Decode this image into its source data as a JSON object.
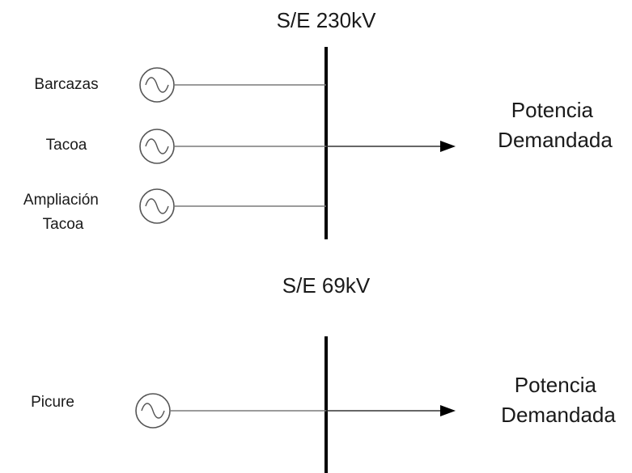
{
  "buses": [
    {
      "title": "S/E 230kV",
      "generators": [
        {
          "label_lines": [
            "Barcazas"
          ],
          "symbol": "ac-generator-icon"
        },
        {
          "label_lines": [
            "Tacoa"
          ],
          "symbol": "ac-generator-icon"
        },
        {
          "label_lines": [
            "Ampliación",
            "Tacoa"
          ],
          "symbol": "ac-generator-icon"
        }
      ],
      "load_label_lines": [
        "Potencia",
        "Demandada"
      ]
    },
    {
      "title": "S/E 69kV",
      "generators": [
        {
          "label_lines": [
            "Picure"
          ],
          "symbol": "ac-generator-icon"
        }
      ],
      "load_label_lines": [
        "Potencia",
        "Demandada"
      ]
    }
  ]
}
